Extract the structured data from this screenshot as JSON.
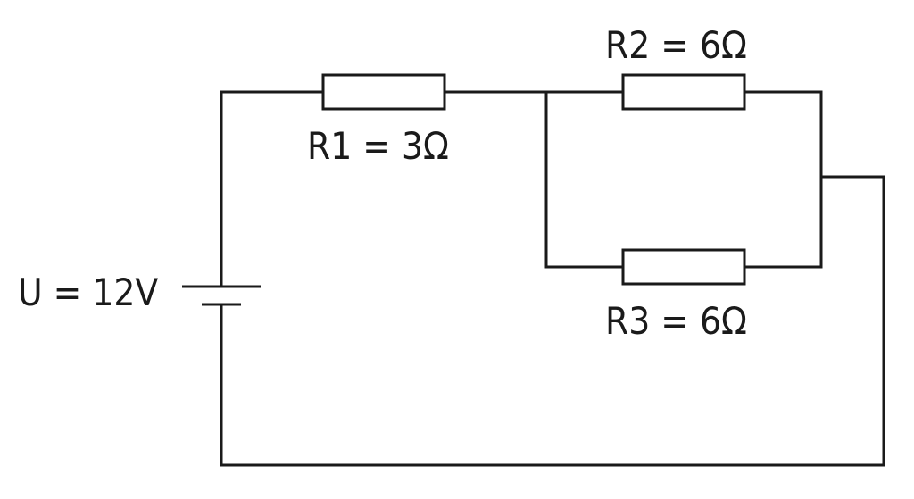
{
  "circuit": {
    "source": {
      "label": "U = 12V"
    },
    "resistors": {
      "r1": {
        "label": "R1 = 3Ω"
      },
      "r2": {
        "label": "R2 = 6Ω"
      },
      "r3": {
        "label": "R3 = 6Ω"
      }
    }
  },
  "colors": {
    "ink": "#1a1a1a",
    "background": "#ffffff"
  }
}
